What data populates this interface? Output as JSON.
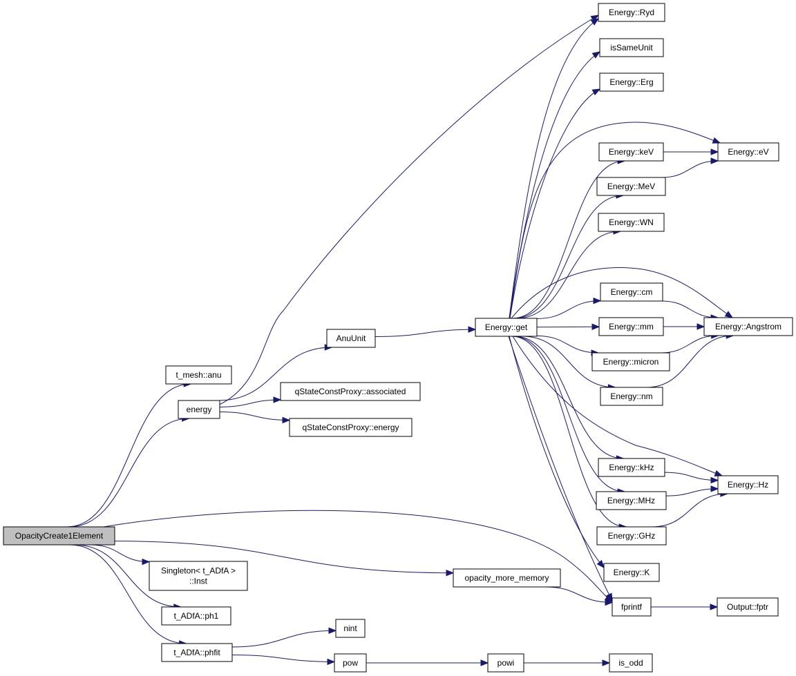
{
  "diagram": {
    "colors": {
      "edge": "#191970",
      "root_fill": "#bfbfbf",
      "node_fill": "#ffffff",
      "border": "#000000"
    },
    "nodes": [
      {
        "id": "root",
        "lines": [
          "OpacityCreate1Element"
        ]
      },
      {
        "id": "t_mesh_anu",
        "lines": [
          "t_mesh::anu"
        ]
      },
      {
        "id": "energy",
        "lines": [
          "energy"
        ]
      },
      {
        "id": "anuunit",
        "lines": [
          "AnuUnit"
        ]
      },
      {
        "id": "qsc_assoc",
        "lines": [
          "qStateConstProxy::associated"
        ]
      },
      {
        "id": "qsc_energy",
        "lines": [
          "qStateConstProxy::energy"
        ]
      },
      {
        "id": "singleton",
        "lines": [
          "Singleton< t_ADfA >",
          "::Inst"
        ]
      },
      {
        "id": "ph1",
        "lines": [
          "t_ADfA::ph1"
        ]
      },
      {
        "id": "phfit",
        "lines": [
          "t_ADfA::phfit"
        ]
      },
      {
        "id": "nint",
        "lines": [
          "nint"
        ]
      },
      {
        "id": "pow",
        "lines": [
          "pow"
        ]
      },
      {
        "id": "powi",
        "lines": [
          "powi"
        ]
      },
      {
        "id": "is_odd",
        "lines": [
          "is_odd"
        ]
      },
      {
        "id": "opm",
        "lines": [
          "opacity_more_memory"
        ]
      },
      {
        "id": "fprintf",
        "lines": [
          "fprintf"
        ]
      },
      {
        "id": "fptr",
        "lines": [
          "Output::fptr"
        ]
      },
      {
        "id": "eget",
        "lines": [
          "Energy::get"
        ]
      },
      {
        "id": "ryd",
        "lines": [
          "Energy::Ryd"
        ]
      },
      {
        "id": "issame",
        "lines": [
          "isSameUnit"
        ]
      },
      {
        "id": "erg",
        "lines": [
          "Energy::Erg"
        ]
      },
      {
        "id": "kev",
        "lines": [
          "Energy::keV"
        ]
      },
      {
        "id": "ev",
        "lines": [
          "Energy::eV"
        ]
      },
      {
        "id": "mev",
        "lines": [
          "Energy::MeV"
        ]
      },
      {
        "id": "wn",
        "lines": [
          "Energy::WN"
        ]
      },
      {
        "id": "cm",
        "lines": [
          "Energy::cm"
        ]
      },
      {
        "id": "mm",
        "lines": [
          "Energy::mm"
        ]
      },
      {
        "id": "ang",
        "lines": [
          "Energy::Angstrom"
        ]
      },
      {
        "id": "micron",
        "lines": [
          "Energy::micron"
        ]
      },
      {
        "id": "nm",
        "lines": [
          "Energy::nm"
        ]
      },
      {
        "id": "khz",
        "lines": [
          "Energy::kHz"
        ]
      },
      {
        "id": "mhz",
        "lines": [
          "Energy::MHz"
        ]
      },
      {
        "id": "hz",
        "lines": [
          "Energy::Hz"
        ]
      },
      {
        "id": "ghz",
        "lines": [
          "Energy::GHz"
        ]
      },
      {
        "id": "k",
        "lines": [
          "Energy::K"
        ]
      }
    ],
    "edges": [
      [
        "root",
        "t_mesh_anu"
      ],
      [
        "root",
        "energy"
      ],
      [
        "root",
        "singleton"
      ],
      [
        "root",
        "ph1"
      ],
      [
        "root",
        "phfit"
      ],
      [
        "root",
        "opm"
      ],
      [
        "root",
        "fprintf"
      ],
      [
        "energy",
        "ryd"
      ],
      [
        "energy",
        "anuunit"
      ],
      [
        "energy",
        "qsc_assoc"
      ],
      [
        "energy",
        "qsc_energy"
      ],
      [
        "anuunit",
        "eget"
      ],
      [
        "phfit",
        "nint"
      ],
      [
        "phfit",
        "pow"
      ],
      [
        "pow",
        "powi"
      ],
      [
        "powi",
        "is_odd"
      ],
      [
        "opm",
        "fprintf"
      ],
      [
        "fprintf",
        "fptr"
      ],
      [
        "eget",
        "ryd"
      ],
      [
        "eget",
        "issame"
      ],
      [
        "eget",
        "erg"
      ],
      [
        "eget",
        "ev"
      ],
      [
        "eget",
        "kev"
      ],
      [
        "eget",
        "mev"
      ],
      [
        "eget",
        "wn"
      ],
      [
        "eget",
        "ang"
      ],
      [
        "eget",
        "cm"
      ],
      [
        "eget",
        "mm"
      ],
      [
        "eget",
        "micron"
      ],
      [
        "eget",
        "nm"
      ],
      [
        "eget",
        "hz"
      ],
      [
        "eget",
        "khz"
      ],
      [
        "eget",
        "mhz"
      ],
      [
        "eget",
        "ghz"
      ],
      [
        "eget",
        "k"
      ],
      [
        "eget",
        "fprintf"
      ],
      [
        "kev",
        "ev"
      ],
      [
        "mev",
        "ev"
      ],
      [
        "cm",
        "ang"
      ],
      [
        "mm",
        "ang"
      ],
      [
        "micron",
        "ang"
      ],
      [
        "nm",
        "ang"
      ],
      [
        "khz",
        "hz"
      ],
      [
        "mhz",
        "hz"
      ],
      [
        "ghz",
        "hz"
      ]
    ]
  }
}
